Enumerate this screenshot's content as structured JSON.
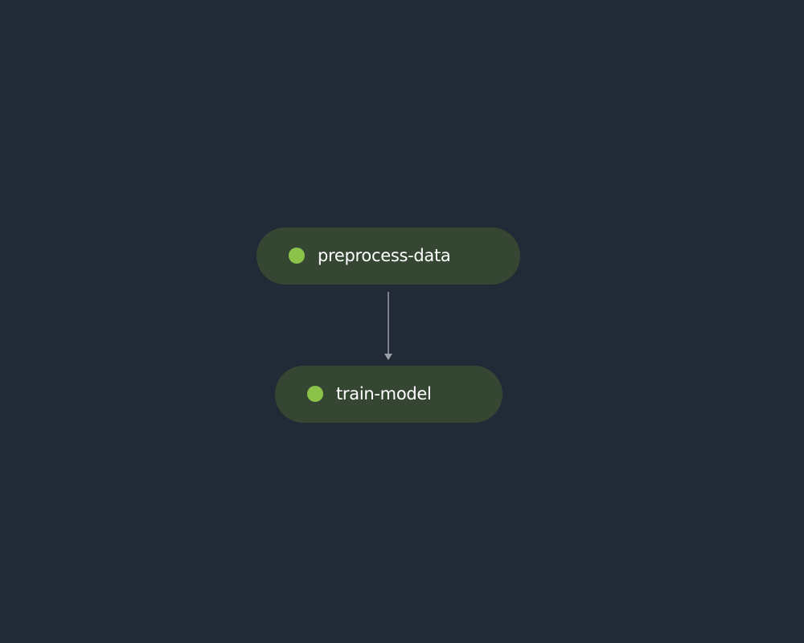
{
  "diagram": {
    "nodes": [
      {
        "id": "preprocess-data",
        "label": "preprocess-data",
        "status_color": "#8bc34a"
      },
      {
        "id": "train-model",
        "label": "train-model",
        "status_color": "#8bc34a"
      }
    ],
    "edges": [
      {
        "from": "preprocess-data",
        "to": "train-model"
      }
    ]
  },
  "colors": {
    "background": "#212a36",
    "node_fill": "#354733",
    "edge": "#9aa1ab",
    "status_success": "#8bc34a",
    "text": "#ffffff"
  }
}
